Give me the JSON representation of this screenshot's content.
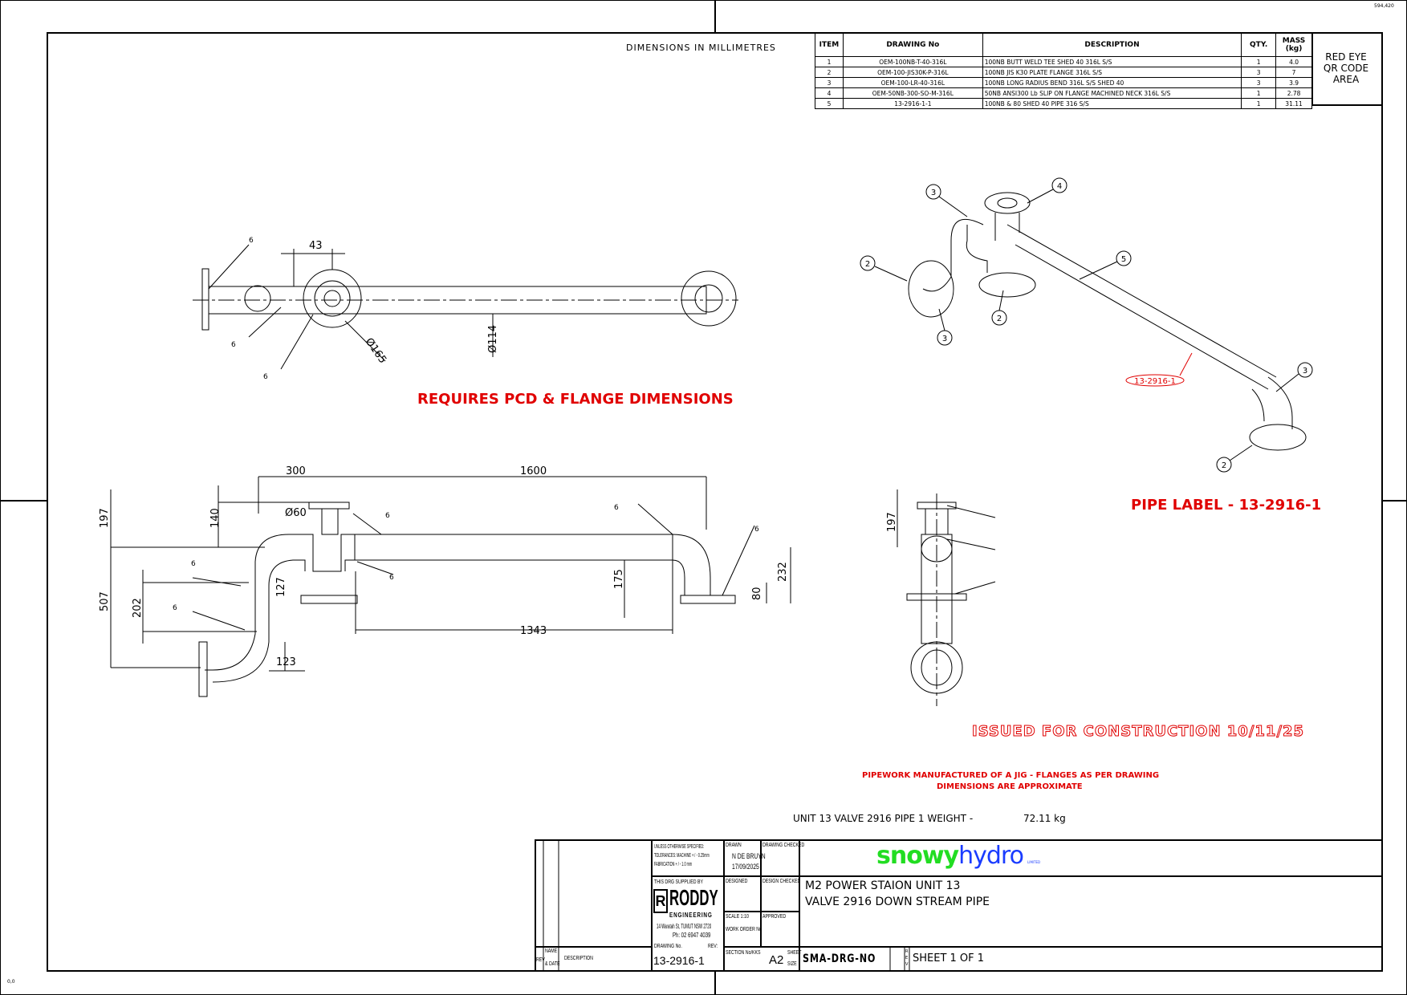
{
  "sheet": {
    "corner_size": "594,420",
    "origin": "0,0",
    "units_note": "DIMENSIONS IN MILLIMETRES"
  },
  "bom": {
    "headers": {
      "item": "ITEM",
      "drawing_no": "DRAWING No",
      "description": "DESCRIPTION",
      "qty": "QTY.",
      "mass": "MASS (kg)"
    },
    "rows": [
      {
        "item": "1",
        "drawing_no": "OEM-100NB-T-40-316L",
        "description": "100NB  BUTT WELD TEE SHED 40 316L S/S",
        "qty": "1",
        "mass": "4.0"
      },
      {
        "item": "2",
        "drawing_no": "OEM-100-JIS30K-P-316L",
        "description": "100NB JIS K30 PLATE FLANGE 316L S/S",
        "qty": "3",
        "mass": "7"
      },
      {
        "item": "3",
        "drawing_no": "OEM-100-LR-40-316L",
        "description": "100NB LONG RADIUS BEND 316L S/S SHED 40",
        "qty": "3",
        "mass": "3.9"
      },
      {
        "item": "4",
        "drawing_no": "OEM-50NB-300-SO-M-316L",
        "description": "50NB ANSI300 Lb SLIP ON  FLANGE MACHINED NECK 316L S/S",
        "qty": "1",
        "mass": "2.78"
      },
      {
        "item": "5",
        "drawing_no": "13-2916-1-1",
        "description": "100NB & 80 SHED 40 PIPE 316 S/S",
        "qty": "1",
        "mass": "31.11"
      }
    ],
    "qr_area": "RED EYE QR CODE AREA"
  },
  "top_view": {
    "dims": {
      "d43": "43",
      "d165": "Ø165",
      "d114": "Ø114"
    },
    "weld": "6"
  },
  "front_view": {
    "dims": {
      "d300": "300",
      "d1600": "1600",
      "d197": "197",
      "d140": "140",
      "d60": "Ø60",
      "d507": "507",
      "d202": "202",
      "d127": "127",
      "d175": "175",
      "d80": "80",
      "d232": "232",
      "d1343": "1343",
      "d123": "123"
    },
    "weld": "6"
  },
  "side_view": {
    "dims": {
      "d197": "197"
    }
  },
  "iso_view": {
    "balloons": [
      "3",
      "4",
      "2",
      "5",
      "2",
      "3",
      "3",
      "2"
    ],
    "label_tag": "13-2916-1"
  },
  "notes": {
    "requires": "REQUIRES PCD & FLANGE DIMENSIONS",
    "pipe_label": "PIPE LABEL - 13-2916-1",
    "issued": "ISSUED FOR CONSTRUCTION 10/11/25",
    "jig1": "PIPEWORK MANUFACTURED OF A JIG - FLANGES AS PER DRAWING",
    "jig2": "DIMENSIONS ARE APPROXIMATE",
    "weight_label": "UNIT 13 VALVE 2916 PIPE 1 WEIGHT -",
    "weight_value": "72.11 kg"
  },
  "title_block": {
    "rev": "REV",
    "name": "NAME",
    "date": "& DATE",
    "description": "DESCRIPTION",
    "unless": "UNLESS OTHERWISE SPECIFIED:",
    "tol1": "TOLERANCES: MACHINE + / - 0.25mm",
    "tol2": "FABRICATION + / - 1.0 mm",
    "supplied_by": "THIS DRG SUPPLIED BY",
    "roddy": "RODDY",
    "engineering": "ENGINEERING",
    "address": "14 Waratah St, TUMUT NSW 2720",
    "phone": "Ph: 02 6947 4039",
    "drawing_no_label": "DRAWING No.",
    "rev_label": "REV:",
    "drawing_no": "13-2916-1",
    "drawn_label": "DRAWN",
    "drawn_by": "N DE BRUYN",
    "drawn_date": "17/09/2025",
    "drawing_checked": "DRAWING CHECKED",
    "designed": "DESIGNED",
    "design_checked": "DESIGN CHECKED",
    "scale": "SCALE   1:10",
    "work_order": "WORK ORDER No",
    "approved": "APPROVED",
    "section": "SECTION No/KKS",
    "size": "A2",
    "sheet_label": "SHEET",
    "size_label": "SIZE",
    "logo_snowy": "snowy",
    "logo_hydro": "hydro",
    "logo_limited": "LIMITED",
    "title1": "M2 POWER STAION UNIT 13",
    "title2": "VALVE 2916 DOWN STREAM PIPE",
    "doc_no": "SMA-DRG-NO",
    "rev_vertical": "REV",
    "sheet": "SHEET 1 OF 1"
  },
  "colors": {
    "red": "#e00000",
    "snowy_green": "#22dd22",
    "hydro_blue": "#1a3cff"
  }
}
